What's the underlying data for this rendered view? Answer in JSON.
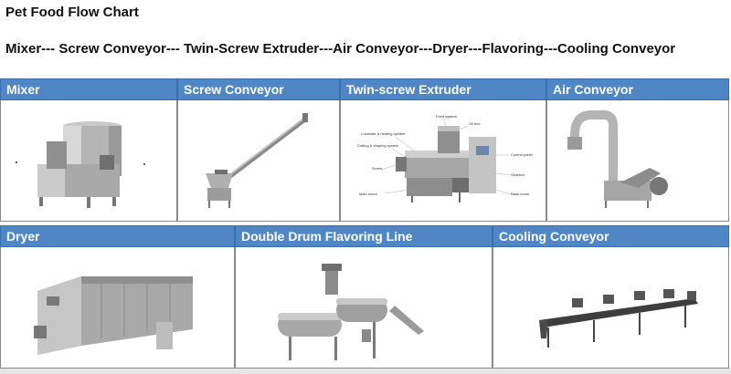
{
  "page": {
    "title": "Pet Food Flow Chart",
    "flow": "Mixer--- Screw Conveyor--- Twin-Screw Extruder---Air Conveyor---Dryer---Flavoring---Cooling Conveyor"
  },
  "row1": [
    {
      "label": "Mixer"
    },
    {
      "label": "Screw Conveyor"
    },
    {
      "label": "Twin-screw Extruder"
    },
    {
      "label": "Air Conveyor"
    }
  ],
  "row2": [
    {
      "label": "Dryer"
    },
    {
      "label": "Double Drum Flavoring Line"
    },
    {
      "label": "Cooling Conveyor"
    }
  ],
  "extruder_labels": [
    "Feed system",
    "Lubricate & heating system",
    "Cutting & shaping system",
    "Screw",
    "Oil box",
    "Control panel",
    "Gearbox",
    "Main motor",
    "Base motor"
  ]
}
